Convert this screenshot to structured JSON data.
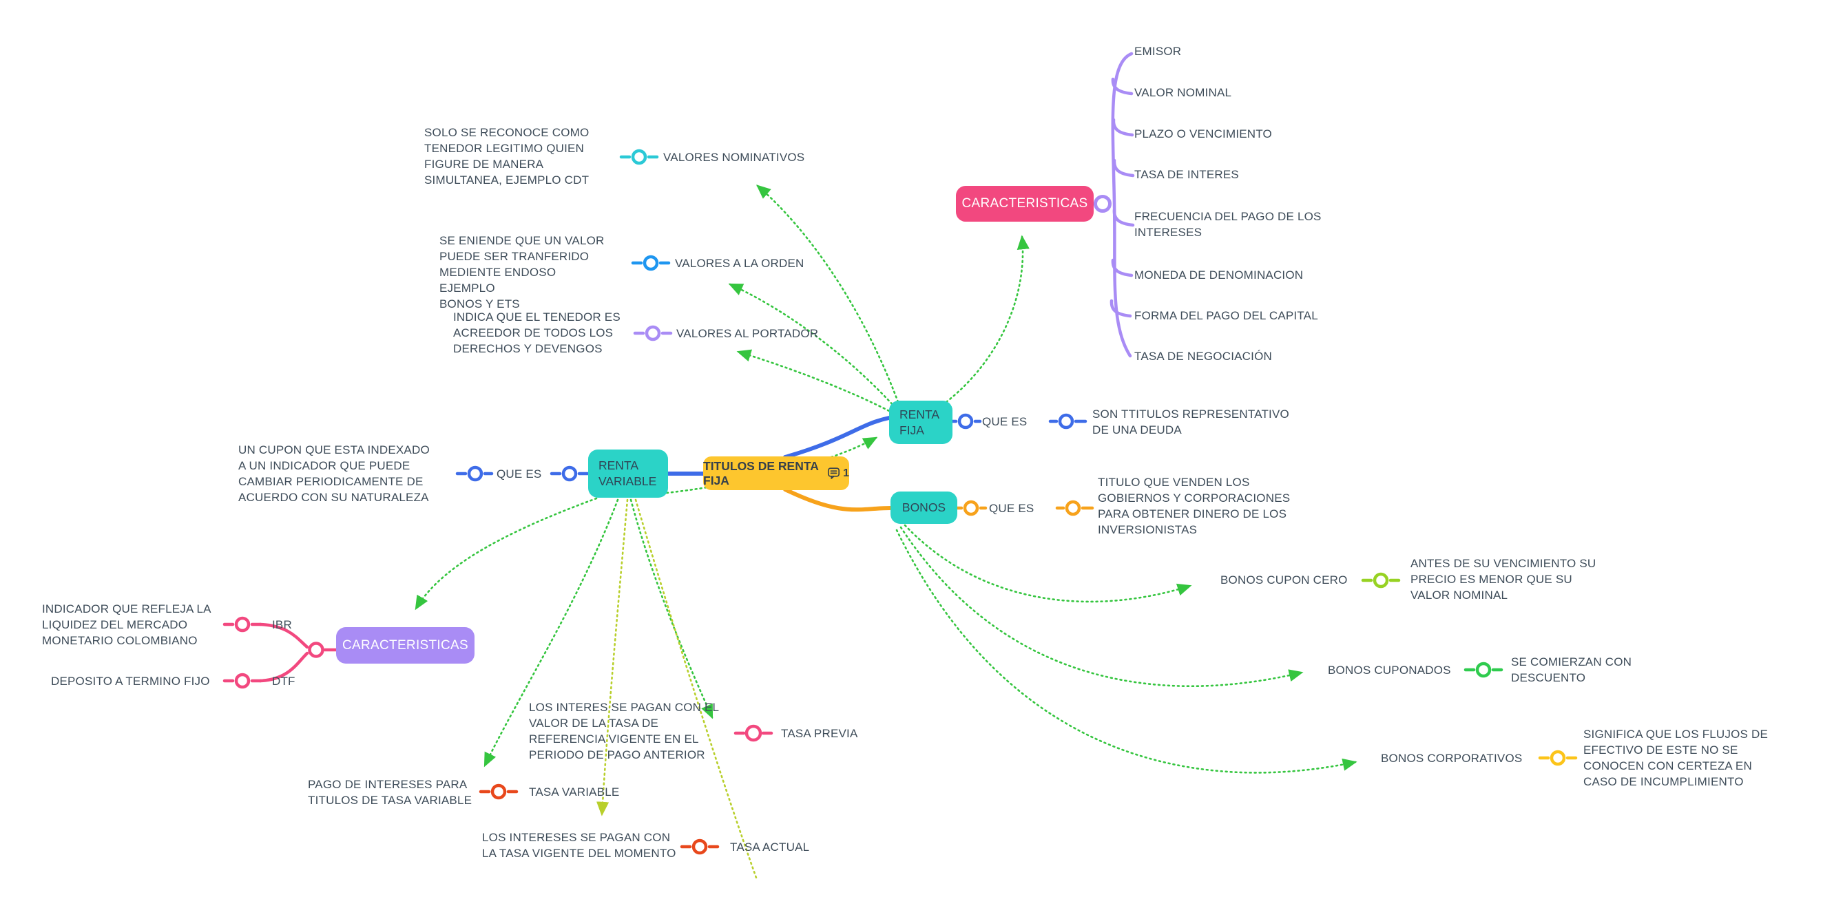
{
  "colors": {
    "node_teal": "#2BD3C7",
    "node_yellow": "#FDC62E",
    "node_pink": "#F2487F",
    "node_purple": "#A98CF5",
    "edge_blue": "#3E6CE8",
    "edge_orange": "#F7A21B",
    "link_cyan": "#2BC9D6",
    "link_light_blue": "#1E96F0",
    "link_purple": "#A98CF5",
    "link_lime": "#97D223",
    "link_green": "#2FCB4E",
    "link_yellow": "#FCC419",
    "link_pink": "#F2487F",
    "link_red": "#E8481C",
    "arrow_green": "#35C53F",
    "arrow_lime": "#B8CF2B",
    "text": "#3E4C59"
  },
  "root": {
    "label": "TITULOS DE RENTA FIJA",
    "comment_count": "1"
  },
  "renta_fija": {
    "label": "RENTA\nFIJA",
    "que_es": {
      "label": "QUE ES",
      "desc": "SON TTITULOS REPRESENTATIVO\nDE UNA DEUDA"
    },
    "caracteristicas": {
      "label": "CARACTERISTICAS",
      "items": [
        "EMISOR",
        "VALOR NOMINAL",
        "PLAZO O VENCIMIENTO",
        "TASA DE INTERES",
        "FRECUENCIA DEL PAGO DE LOS\nINTERESES",
        "MONEDA DE DENOMINACION",
        "FORMA DEL PAGO DEL CAPITAL",
        "TASA DE NEGOCIACIÓN"
      ]
    },
    "valores": [
      {
        "label": "VALORES NOMINATIVOS",
        "desc": "SOLO SE RECONOCE COMO\nTENEDOR LEGITIMO QUIEN\nFIGURE DE MANERA\nSIMULTANEA, EJEMPLO CDT"
      },
      {
        "label": "VALORES A LA ORDEN",
        "desc": "SE ENIENDE QUE UN VALOR\nPUEDE SER TRANFERIDO\nMEDIENTE ENDOSO EJEMPLO\nBONOS Y ETS"
      },
      {
        "label": "VALORES AL PORTADOR",
        "desc": "INDICA QUE EL TENEDOR ES\nACREEDOR DE TODOS LOS\nDERECHOS Y DEVENGOS"
      }
    ]
  },
  "renta_variable": {
    "label": "RENTA\nVARIABLE",
    "que_es": {
      "label": "QUE ES",
      "desc": "UN CUPON QUE ESTA INDEXADO\nA UN INDICADOR QUE PUEDE\nCAMBIAR PERIODICAMENTE DE\nACUERDO CON SU NATURALEZA"
    },
    "caracteristicas": {
      "label": "CARACTERISTICAS",
      "items": [
        {
          "label": "IBR",
          "desc": "INDICADOR QUE REFLEJA LA\nLIQUIDEZ DEL MERCADO\nMONETARIO COLOMBIANO"
        },
        {
          "label": "DTF",
          "desc": "DEPOSITO A TERMINO FIJO"
        }
      ]
    },
    "tasas": [
      {
        "label": "TASA PREVIA",
        "desc": "LOS INTERES SE PAGAN CON EL\nVALOR DE LA TASA DE\nREFERENCIA VIGENTE EN EL\nPERIODO DE PAGO ANTERIOR"
      },
      {
        "label": "TASA VARIABLE",
        "desc": "PAGO DE INTERESES PARA\nTITULOS DE TASA VARIABLE"
      },
      {
        "label": "TASA ACTUAL",
        "desc": "LOS INTERESES SE PAGAN CON\nLA TASA VIGENTE DEL MOMENTO"
      }
    ]
  },
  "bonos": {
    "label": "BONOS",
    "que_es": {
      "label": "QUE ES",
      "desc": "TITULO  QUE VENDEN LOS\nGOBIERNOS Y CORPORACIONES\nPARA OBTENER DINERO DE LOS\nINVERSIONISTAS"
    },
    "tipos": [
      {
        "label": "BONOS CUPON CERO",
        "desc": "ANTES DE SU VENCIMIENTO SU\nPRECIO ES MENOR QUE SU\nVALOR NOMINAL"
      },
      {
        "label": "BONOS CUPONADOS",
        "desc": "SE COMIERZAN CON\nDESCUENTO"
      },
      {
        "label": "BONOS CORPORATIVOS",
        "desc": "SIGNIFICA QUE LOS FLUJOS DE\nEFECTIVO DE ESTE NO SE\nCONOCEN CON CERTEZA EN\nCASO DE INCUMPLIMIENTO"
      }
    ]
  }
}
